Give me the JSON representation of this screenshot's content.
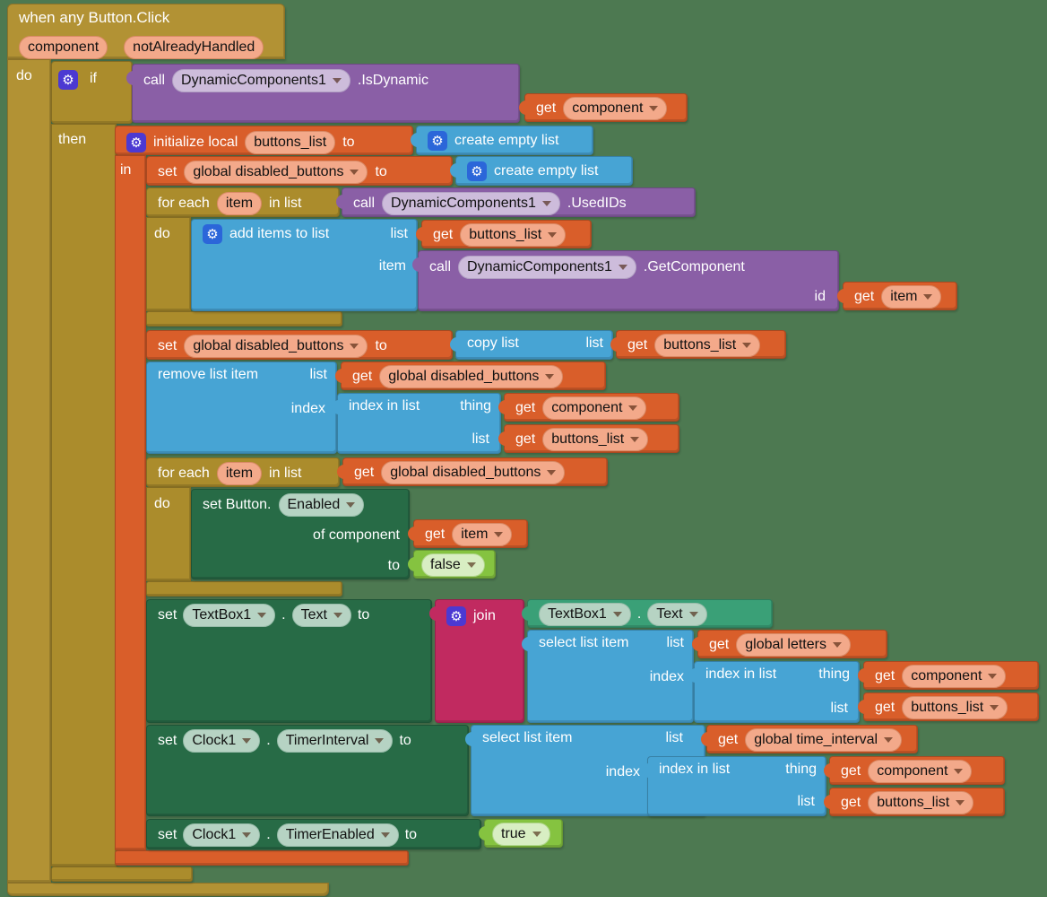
{
  "colors": {
    "background": "#4d7951",
    "gold": "#b29234",
    "orange": "#d95e2a",
    "blue": "#47a4d4",
    "purple": "#8a5fa6",
    "dark_green": "#276b46",
    "teal": "#3aa077",
    "magenta": "#c12a60",
    "lime": "#85c340",
    "salmon_chip": "#f3a98a",
    "lavender_chip": "#cdbcdb",
    "sage_chip": "#b6d3c3",
    "lime_chip": "#d8eec3",
    "gear_indigo": "#4c39d2",
    "gear_blue": "#2b66d9"
  },
  "event_block": {
    "title": "when any Button.Click",
    "params": [
      "component",
      "notAlreadyHandled"
    ]
  },
  "keywords": {
    "do": "do",
    "if": "if",
    "then": "then",
    "in": "in",
    "call": "call",
    "get": "get",
    "set": "set",
    "to": "to",
    "list": "list",
    "index": "index",
    "thing": "thing",
    "id": "id",
    "item": "item",
    "for_each": "for each",
    "in_list": "in list",
    "of_component": "of component",
    "dot": "."
  },
  "components": {
    "dynamic_components": "DynamicComponents1",
    "textbox": "TextBox1",
    "clock": "Clock1",
    "set_button": "set Button."
  },
  "methods": {
    "is_dynamic": ".IsDynamic",
    "used_ids": ".UsedIDs",
    "get_component": ".GetComponent"
  },
  "properties": {
    "enabled": "Enabled",
    "text": "Text",
    "timer_interval": "TimerInterval",
    "timer_enabled": "TimerEnabled"
  },
  "variables": {
    "component": "component",
    "item": "item",
    "buttons_list": "buttons_list",
    "global_disabled_buttons": "global disabled_buttons",
    "global_letters": "global letters",
    "global_time_interval": "global time_interval"
  },
  "list_blocks": {
    "create_empty_list": "create empty list",
    "add_items_to_list": "add items to list",
    "copy_list": "copy list",
    "remove_list_item": "remove list item",
    "index_in_list": "index in list",
    "select_list_item": "select list item"
  },
  "text_blocks": {
    "join": "join"
  },
  "logic_blocks": {
    "true": "true",
    "false": "false"
  },
  "variable_blocks": {
    "initialize_local": "initialize local"
  },
  "icons": {
    "gear": "⚙"
  }
}
